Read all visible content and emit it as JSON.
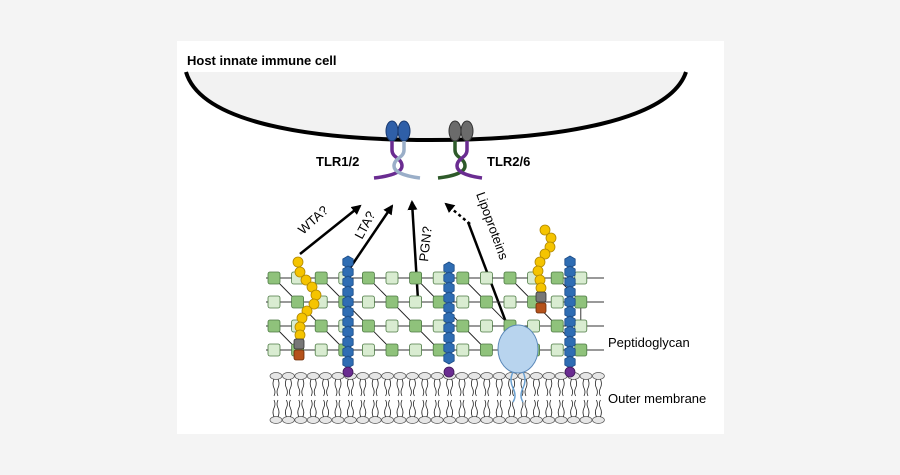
{
  "title": "Host innate immune cell",
  "receptors": [
    {
      "label": "TLR1/2"
    },
    {
      "label": "TLR2/6"
    }
  ],
  "ligands": [
    {
      "label": "WTA?"
    },
    {
      "label": "LTA?"
    },
    {
      "label": "PGN?"
    },
    {
      "label": "Lipoproteins"
    }
  ],
  "layers": {
    "peptidoglycan": "Peptidoglycan",
    "outer_membrane": "Outer membrane"
  },
  "colors": {
    "background": "#f4f4f4",
    "panel": "#ffffff",
    "tlr_blue": "#2f5fa8",
    "tlr_gray": "#6b6b6b",
    "tlr1_purple": "#6a2c91",
    "tlr2_lightblue": "#9aaec8",
    "tlr6_green": "#2e5a2a",
    "glycan_green_dark": "#8fc27b",
    "glycan_green_light": "#d9ecd1",
    "teichoic_yellow": "#f5c400",
    "lta_blue": "#2f6db3",
    "anchor_purple": "#6a2c91",
    "lipoprotein_blue": "#b8d4ee"
  }
}
